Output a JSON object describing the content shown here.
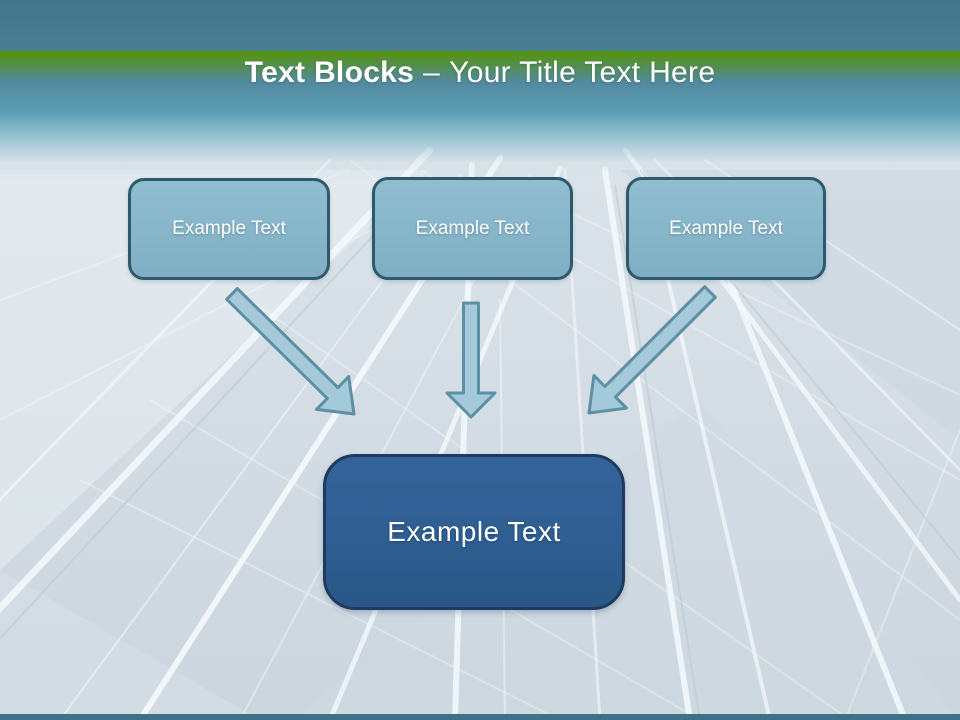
{
  "title": {
    "emphasis": "Text Blocks",
    "separator": "–",
    "remainder": "Your Title Text Here"
  },
  "boxes": {
    "top": [
      {
        "label": "Example Text"
      },
      {
        "label": "Example Text"
      },
      {
        "label": "Example Text"
      }
    ],
    "bottom": {
      "label": "Example Text"
    }
  },
  "colors": {
    "header_top": "#43768a",
    "header_bottom": "#5c9eb4",
    "top_box_fill": "#87b5c9",
    "top_box_border": "#2e5a6c",
    "bottom_box_fill": "#2e5e92",
    "bottom_box_border": "#1d3b61",
    "arrow_fill": "#a4c9da",
    "arrow_stroke": "#5d90a5",
    "footer_bar": "#3f7186",
    "text": "#ffffff",
    "background": "#d5dee5"
  }
}
